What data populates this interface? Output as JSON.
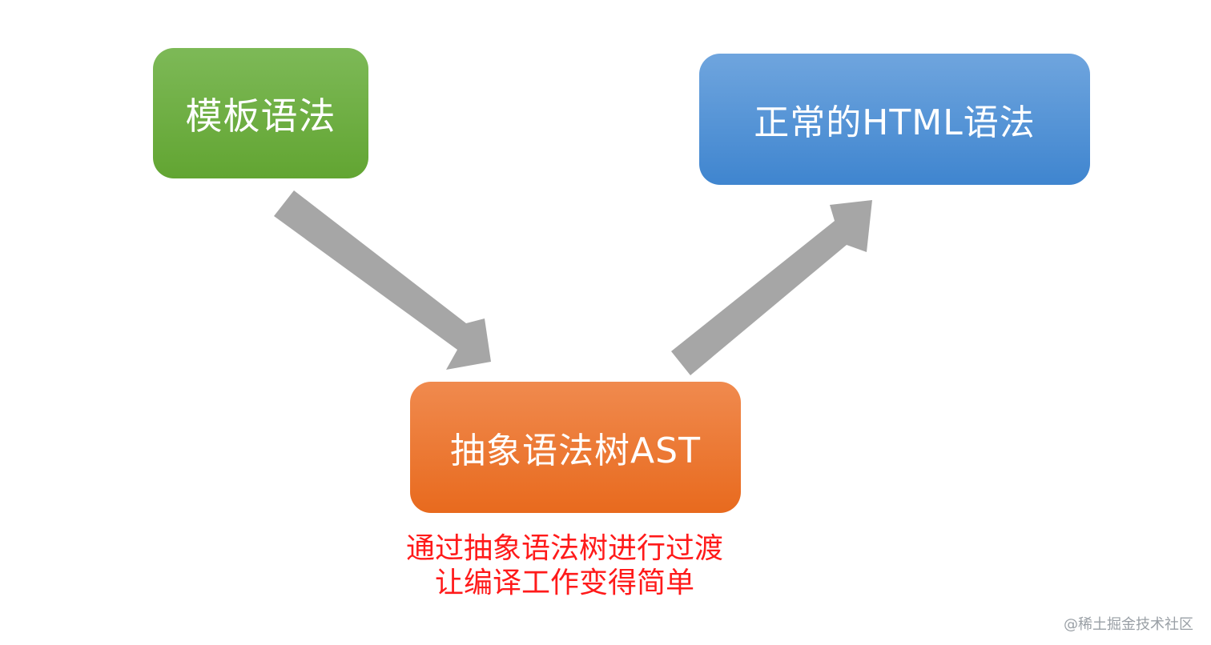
{
  "nodes": {
    "template_syntax": "模板语法",
    "ast": "抽象语法树AST",
    "html_syntax": "正常的HTML语法"
  },
  "note": {
    "line1": "通过抽象语法树进行过渡",
    "line2": "让编译工作变得简单"
  },
  "watermark": "@稀土掘金技术社区",
  "colors": {
    "template_node": "#6db043",
    "html_node": "#4a8fd6",
    "ast_node": "#ec7a34",
    "arrow": "#a6a6a6",
    "note_text": "#ff1a1a"
  }
}
